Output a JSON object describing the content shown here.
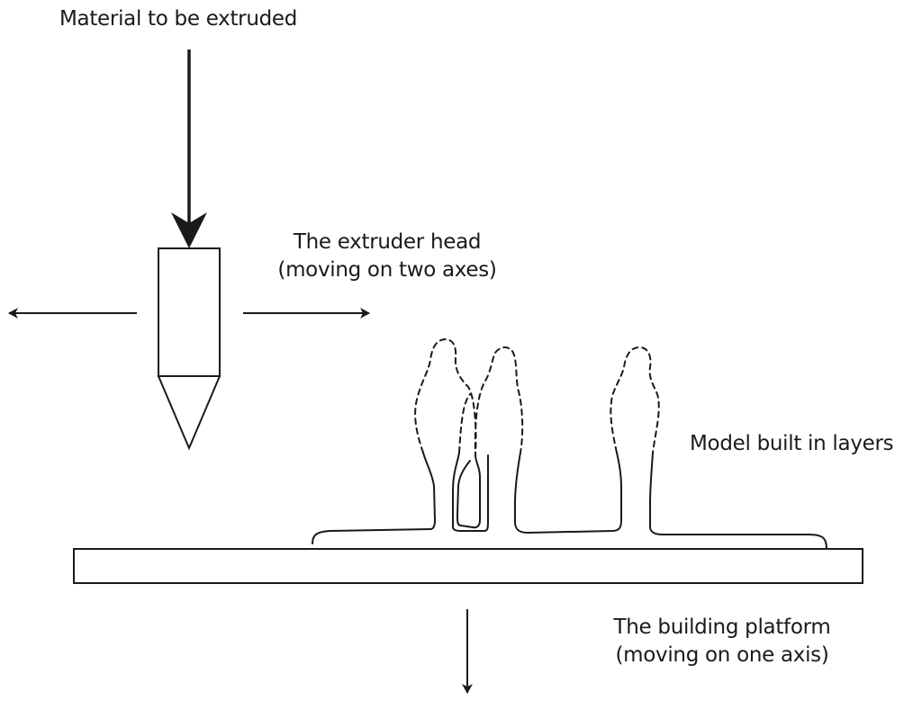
{
  "labels": {
    "material": "Material to be extruded",
    "extruder_line1": "The extruder head",
    "extruder_line2": "(moving on two axes)",
    "model": "Model built in layers",
    "platform_line1": "The building platform",
    "platform_line2": "(moving on one axis)"
  },
  "colors": {
    "stroke": "#1a1a1a",
    "fill": "#ffffff"
  }
}
